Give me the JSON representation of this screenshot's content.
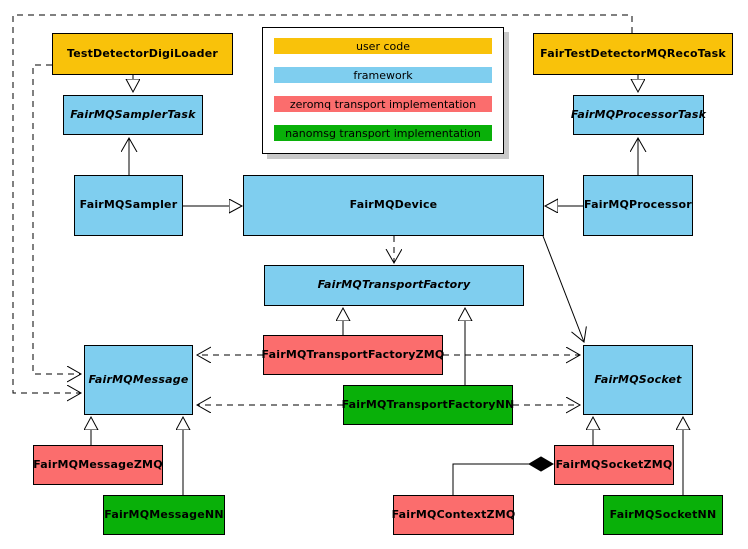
{
  "colors": {
    "user_code": "#F9C20A",
    "framework": "#7FCEEF",
    "zeromq": "#FB6D6D",
    "nanomsg": "#09B009",
    "line": "#000000",
    "canvas_bg": "#FFFFFF",
    "legend_shadow": "#C9C9C9"
  },
  "legend": {
    "items": [
      {
        "label": "user code",
        "color": "#F9C20A"
      },
      {
        "label": "framework",
        "color": "#7FCEEF"
      },
      {
        "label": "zeromq transport implementation",
        "color": "#FB6D6D"
      },
      {
        "label": "nanomsg transport implementation",
        "color": "#09B009"
      }
    ]
  },
  "nodes": {
    "test_detector_digi_loader": {
      "label": "TestDetectorDigiLoader",
      "category": "user code",
      "abstract": false
    },
    "fair_test_detector_mq_reco_task": {
      "label": "FairTestDetectorMQRecoTask",
      "category": "user code",
      "abstract": false
    },
    "fair_mq_sampler_task": {
      "label": "FairMQSamplerTask",
      "category": "framework",
      "abstract": true
    },
    "fair_mq_processor_task": {
      "label": "FairMQProcessorTask",
      "category": "framework",
      "abstract": true
    },
    "fair_mq_sampler": {
      "label": "FairMQSampler",
      "category": "framework",
      "abstract": false
    },
    "fair_mq_device": {
      "label": "FairMQDevice",
      "category": "framework",
      "abstract": false
    },
    "fair_mq_processor": {
      "label": "FairMQProcessor",
      "category": "framework",
      "abstract": false
    },
    "fair_mq_transport_factory": {
      "label": "FairMQTransportFactory",
      "category": "framework",
      "abstract": true
    },
    "fair_mq_transport_factory_zmq": {
      "label": "FairMQTransportFactoryZMQ",
      "category": "zeromq",
      "abstract": false
    },
    "fair_mq_transport_factory_nn": {
      "label": "FairMQTransportFactoryNN",
      "category": "nanomsg",
      "abstract": false
    },
    "fair_mq_message": {
      "label": "FairMQMessage",
      "category": "framework",
      "abstract": true
    },
    "fair_mq_socket": {
      "label": "FairMQSocket",
      "category": "framework",
      "abstract": true
    },
    "fair_mq_message_zmq": {
      "label": "FairMQMessageZMQ",
      "category": "zeromq",
      "abstract": false
    },
    "fair_mq_message_nn": {
      "label": "FairMQMessageNN",
      "category": "nanomsg",
      "abstract": false
    },
    "fair_mq_context_zmq": {
      "label": "FairMQContextZMQ",
      "category": "zeromq",
      "abstract": false
    },
    "fair_mq_socket_zmq": {
      "label": "FairMQSocketZMQ",
      "category": "zeromq",
      "abstract": false
    },
    "fair_mq_socket_nn": {
      "label": "FairMQSocketNN",
      "category": "nanomsg",
      "abstract": false
    }
  },
  "edges": [
    {
      "from": "TestDetectorDigiLoader",
      "to": "FairMQSamplerTask",
      "kind": "inheritance"
    },
    {
      "from": "FairTestDetectorMQRecoTask",
      "to": "FairMQProcessorTask",
      "kind": "inheritance"
    },
    {
      "from": "FairMQSampler",
      "to": "FairMQSamplerTask",
      "kind": "association"
    },
    {
      "from": "FairMQProcessor",
      "to": "FairMQProcessorTask",
      "kind": "association"
    },
    {
      "from": "FairMQSampler",
      "to": "FairMQDevice",
      "kind": "inheritance"
    },
    {
      "from": "FairMQProcessor",
      "to": "FairMQDevice",
      "kind": "inheritance"
    },
    {
      "from": "FairMQDevice",
      "to": "FairMQTransportFactory",
      "kind": "dependency"
    },
    {
      "from": "FairMQDevice",
      "to": "FairMQSocket",
      "kind": "association"
    },
    {
      "from": "FairMQTransportFactoryZMQ",
      "to": "FairMQTransportFactory",
      "kind": "inheritance"
    },
    {
      "from": "FairMQTransportFactoryNN",
      "to": "FairMQTransportFactory",
      "kind": "inheritance"
    },
    {
      "from": "FairMQTransportFactoryZMQ",
      "to": "FairMQMessage",
      "kind": "dependency"
    },
    {
      "from": "FairMQTransportFactoryZMQ",
      "to": "FairMQSocket",
      "kind": "dependency"
    },
    {
      "from": "FairMQTransportFactoryNN",
      "to": "FairMQMessage",
      "kind": "dependency"
    },
    {
      "from": "FairMQTransportFactoryNN",
      "to": "FairMQSocket",
      "kind": "dependency"
    },
    {
      "from": "TestDetectorDigiLoader",
      "to": "FairMQMessage",
      "kind": "dependency"
    },
    {
      "from": "FairTestDetectorMQRecoTask",
      "to": "FairMQMessage",
      "kind": "dependency"
    },
    {
      "from": "FairMQMessageZMQ",
      "to": "FairMQMessage",
      "kind": "inheritance"
    },
    {
      "from": "FairMQMessageNN",
      "to": "FairMQMessage",
      "kind": "inheritance"
    },
    {
      "from": "FairMQSocketZMQ",
      "to": "FairMQSocket",
      "kind": "inheritance"
    },
    {
      "from": "FairMQSocketNN",
      "to": "FairMQSocket",
      "kind": "inheritance"
    },
    {
      "from": "FairMQContextZMQ",
      "to": "FairMQSocketZMQ",
      "kind": "composition"
    }
  ]
}
